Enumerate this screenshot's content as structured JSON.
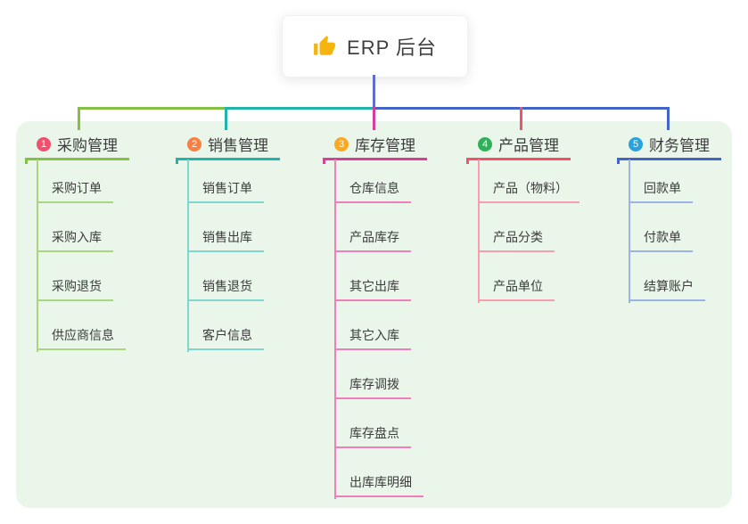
{
  "root": {
    "label": "ERP 后台",
    "icon": "thumbs-up-icon",
    "icon_color": "#F5B50E"
  },
  "canvas": {
    "background": "#ffffff",
    "panel_background": "#E9F6E9",
    "root_connector_color": "#5F6EC6",
    "header_text_color": "#3c3c3c",
    "child_text_color": "#3c3c3c"
  },
  "branches": [
    {
      "badge": "1",
      "badge_color": "#F0506E",
      "label": "采购管理",
      "line_color": "#84C043",
      "child_line_color": "#A8D77F",
      "children": [
        "采购订单",
        "采购入库",
        "采购退货",
        "供应商信息"
      ]
    },
    {
      "badge": "2",
      "badge_color": "#F98045",
      "label": "销售管理",
      "line_color": "#23B3AD",
      "child_line_color": "#7FD6CF",
      "children": [
        "销售订单",
        "销售出库",
        "销售退货",
        "客户信息"
      ]
    },
    {
      "badge": "3",
      "badge_color": "#F9A822",
      "label": "库存管理",
      "line_color": "#D6409D",
      "child_line_color": "#EF7EBA",
      "children": [
        "仓库信息",
        "产品库存",
        "其它出库",
        "其它入库",
        "库存调拨",
        "库存盘点",
        "出库库明细"
      ]
    },
    {
      "badge": "4",
      "badge_color": "#2FB159",
      "label": "产品管理",
      "line_color": "#F4516C",
      "child_line_color": "#F79DAC",
      "children": [
        "产品（物料）",
        "产品分类",
        "产品单位"
      ]
    },
    {
      "badge": "5",
      "badge_color": "#2AA2DB",
      "label": "财务管理",
      "line_color": "#4465C8",
      "child_line_color": "#9CB3E6",
      "children": [
        "回款单",
        "付款单",
        "结算账户"
      ]
    }
  ]
}
